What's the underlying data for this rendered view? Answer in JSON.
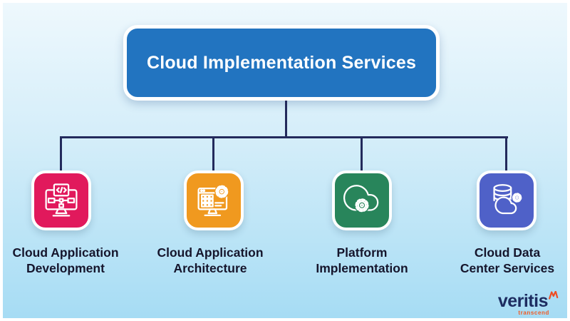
{
  "page": {
    "background_top": "#eef8fd",
    "background_bottom": "#a6dcf4",
    "frame_color": "#ffffff"
  },
  "header": {
    "title": "Cloud Implementation Services",
    "box_color": "#2274c0",
    "text_color": "#ffffff"
  },
  "connectors": {
    "color": "#232a5c"
  },
  "branches": [
    {
      "label_line1": "Cloud Application",
      "label_line2": "Development",
      "icon": "code-monitor-icon",
      "color": "#e1195c"
    },
    {
      "label_line1": "Cloud Application",
      "label_line2": "Architecture",
      "icon": "monitor-gear-icon",
      "color": "#f0991f"
    },
    {
      "label_line1": "Platform",
      "label_line2": "Implementation",
      "icon": "cloud-gear-icon",
      "color": "#28855b"
    },
    {
      "label_line1": "Cloud Data",
      "label_line2": "Center Services",
      "icon": "database-cloud-gear-icon",
      "color": "#4f61c8"
    }
  ],
  "logo": {
    "brand": "veritis",
    "tagline": "transcend",
    "brand_color": "#1d2d61",
    "tagline_color": "#f15a24"
  }
}
